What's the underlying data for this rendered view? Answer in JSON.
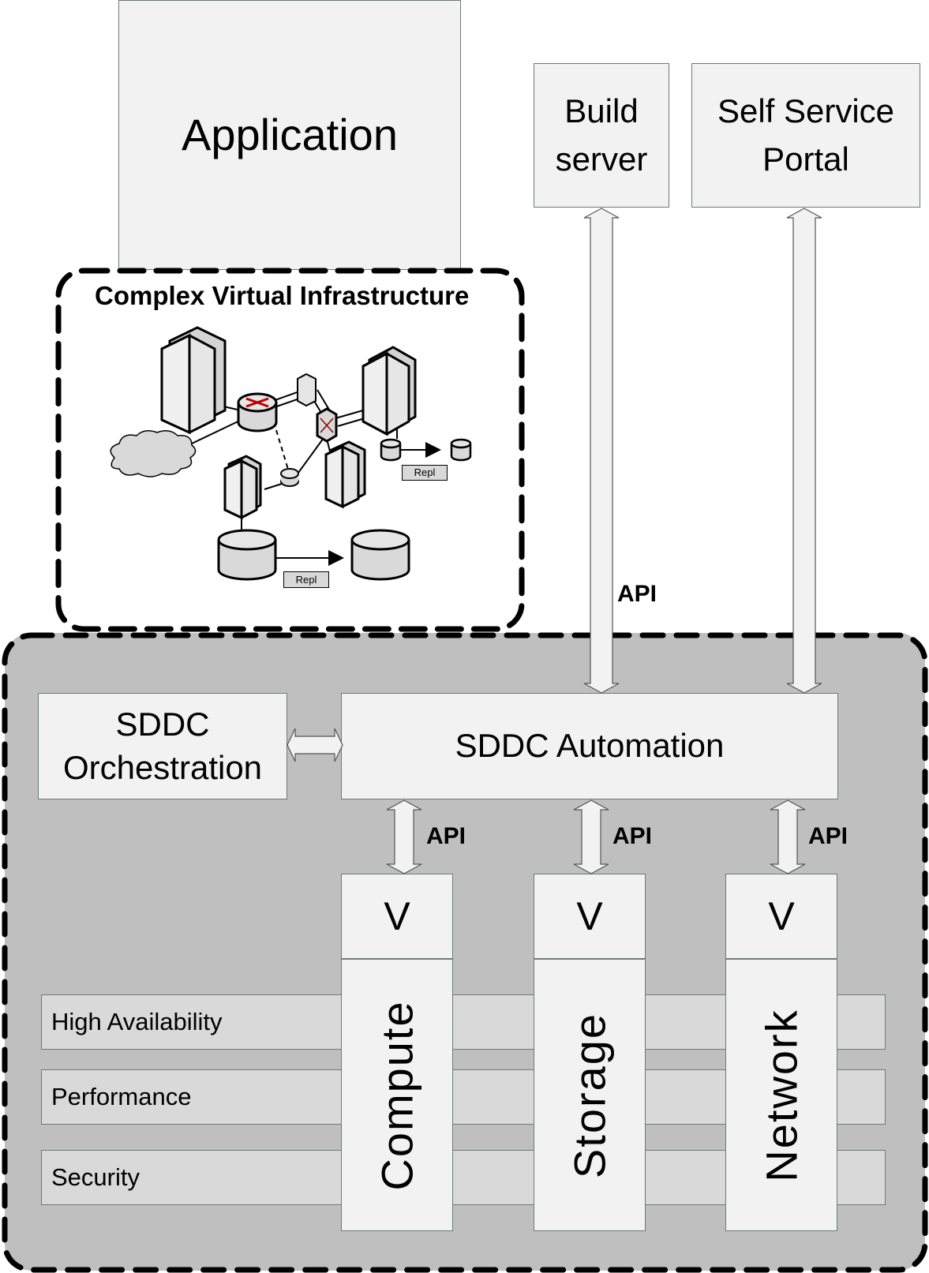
{
  "application": {
    "label": "Application"
  },
  "build_server": {
    "line1": "Build",
    "line2": "server"
  },
  "self_service_portal": {
    "line1": "Self Service",
    "line2": "Portal"
  },
  "complex_virtual_infrastructure": {
    "title": "Complex Virtual Infrastructure",
    "repl_labels": [
      "Repl",
      "Repl"
    ]
  },
  "sddc": {
    "orchestration": {
      "line1": "SDDC",
      "line2": "Orchestration"
    },
    "automation": {
      "label": "SDDC Automation"
    }
  },
  "api_labels": {
    "external": "API",
    "compute": "API",
    "storage": "API",
    "network": "API"
  },
  "pillars": [
    {
      "v": "V",
      "label": "Compute"
    },
    {
      "v": "V",
      "label": "Storage"
    },
    {
      "v": "V",
      "label": "Network"
    }
  ],
  "bands": [
    "High Availability",
    "Performance",
    "Security"
  ],
  "colors": {
    "box_fill": "#f2f2f2",
    "band_fill": "#d9d9d9",
    "sddc_region_fill": "#bfbfbf",
    "router_accent": "#c00000"
  }
}
